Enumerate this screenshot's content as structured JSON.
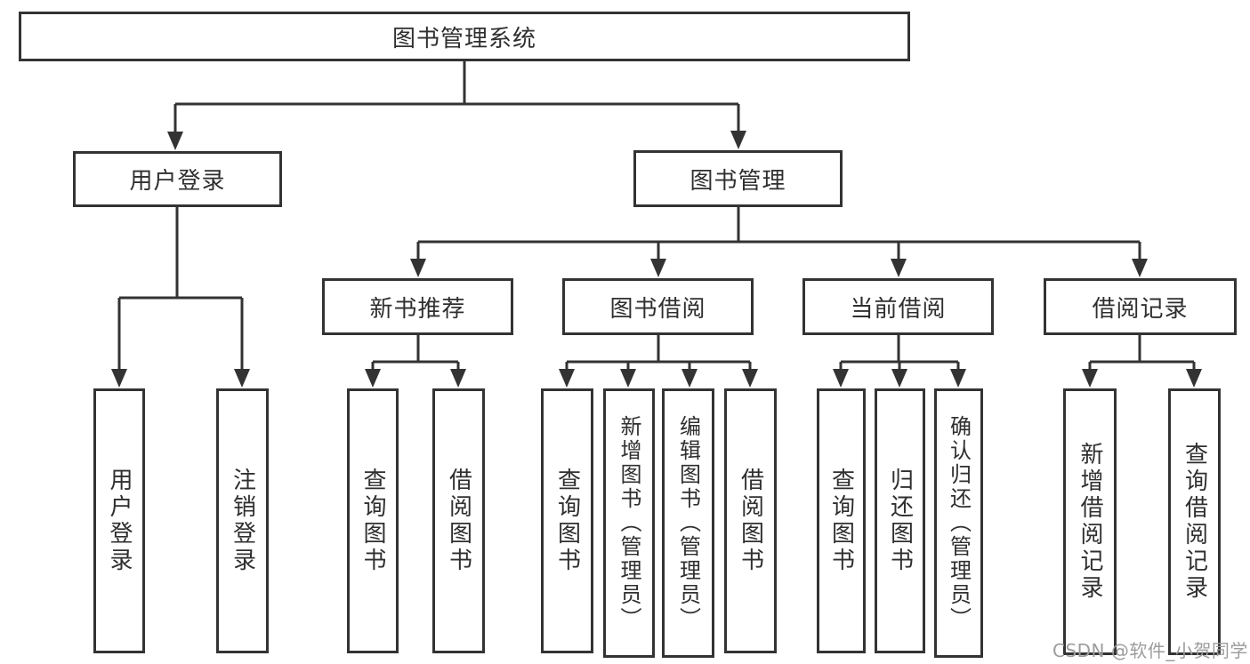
{
  "diagram_title": "图书管理系统",
  "colors": {
    "background": "#ffffff",
    "line": "#333333",
    "box_border": "#333333",
    "text": "#2f2f2f",
    "watermark": "#9c9c9c"
  },
  "tree": {
    "label": "图书管理系统",
    "children": [
      {
        "label": "用户登录",
        "children": [
          {
            "label": "用户登录"
          },
          {
            "label": "注销登录"
          }
        ]
      },
      {
        "label": "图书管理",
        "children": [
          {
            "label": "新书推荐",
            "children": [
              {
                "label": "查询图书"
              },
              {
                "label": "借阅图书"
              }
            ]
          },
          {
            "label": "图书借阅",
            "children": [
              {
                "label": "查询图书"
              },
              {
                "label": "新增图书（管理员）"
              },
              {
                "label": "编辑图书（管理员）"
              },
              {
                "label": "借阅图书"
              }
            ]
          },
          {
            "label": "当前借阅",
            "children": [
              {
                "label": "查询图书"
              },
              {
                "label": "归还图书"
              },
              {
                "label": "确认归还（管理员）"
              }
            ]
          },
          {
            "label": "借阅记录",
            "children": [
              {
                "label": "新增借阅记录"
              },
              {
                "label": "查询借阅记录"
              }
            ]
          }
        ]
      }
    ]
  },
  "watermark": "CSDN @软件_小贺同学"
}
